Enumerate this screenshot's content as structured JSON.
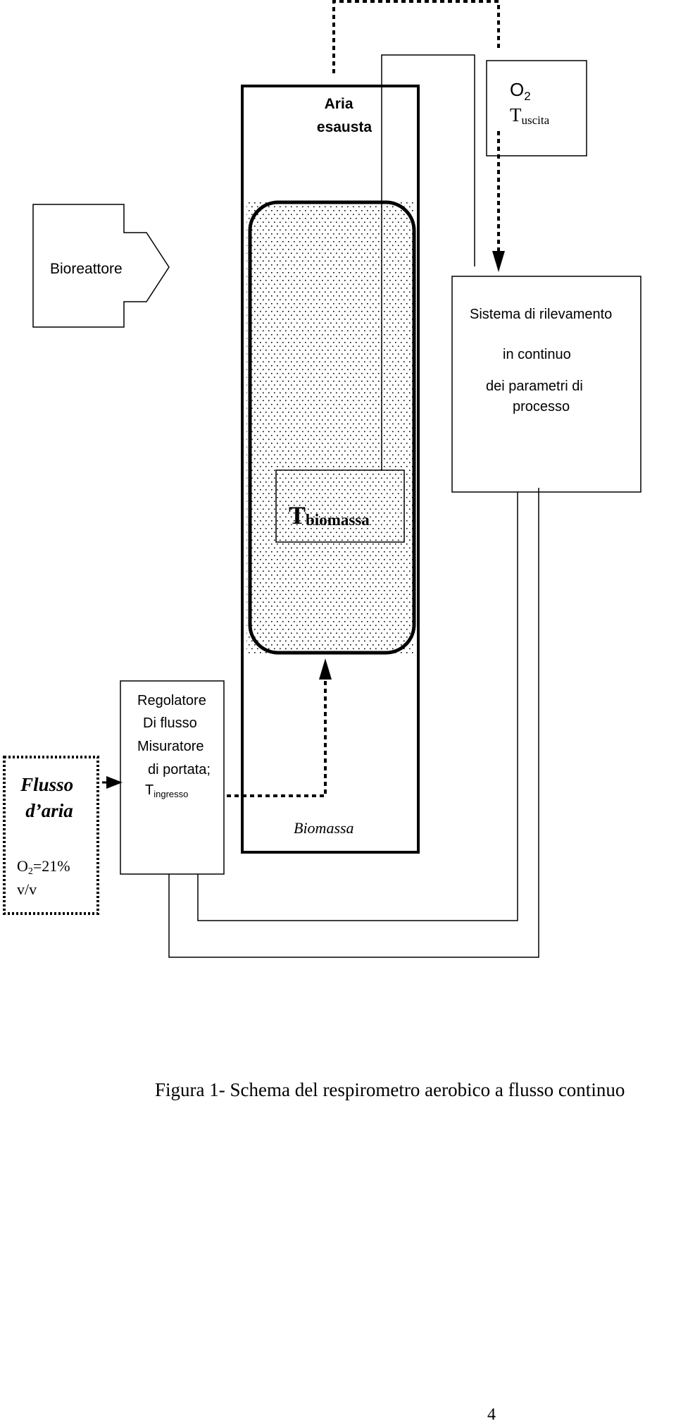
{
  "reactor": {
    "exhaust_line1": "Aria",
    "exhaust_line2": "esausta",
    "biomass_label": "Biomassa",
    "temp_symbol": "T",
    "temp_sub": "biomassa"
  },
  "outlet_sensor": {
    "o2_symbol": "O",
    "o2_sub": "2",
    "temp_symbol": "T",
    "temp_sub": "uscita"
  },
  "bioreactor_label": "Bioreattore",
  "acquisition_system": {
    "line1": "Sistema di rilevamento",
    "line2": "in continuo",
    "line3": "dei  parametri di",
    "line4": "processo"
  },
  "flow_regulator": {
    "line1": "Regolatore",
    "line2": "Di flusso",
    "line3": "Misuratore",
    "line4": "di portata;",
    "temp_symbol": "T",
    "temp_sub": "ingresso"
  },
  "air_inlet": {
    "line1": "Flusso",
    "line2": "d’aria",
    "o2_symbol": "O",
    "o2_sub": "2",
    "o2_value": "=21%",
    "unit": "v/v"
  },
  "caption": "Figura 1- Schema del respirometro aerobico a flusso continuo",
  "page_number": "4"
}
